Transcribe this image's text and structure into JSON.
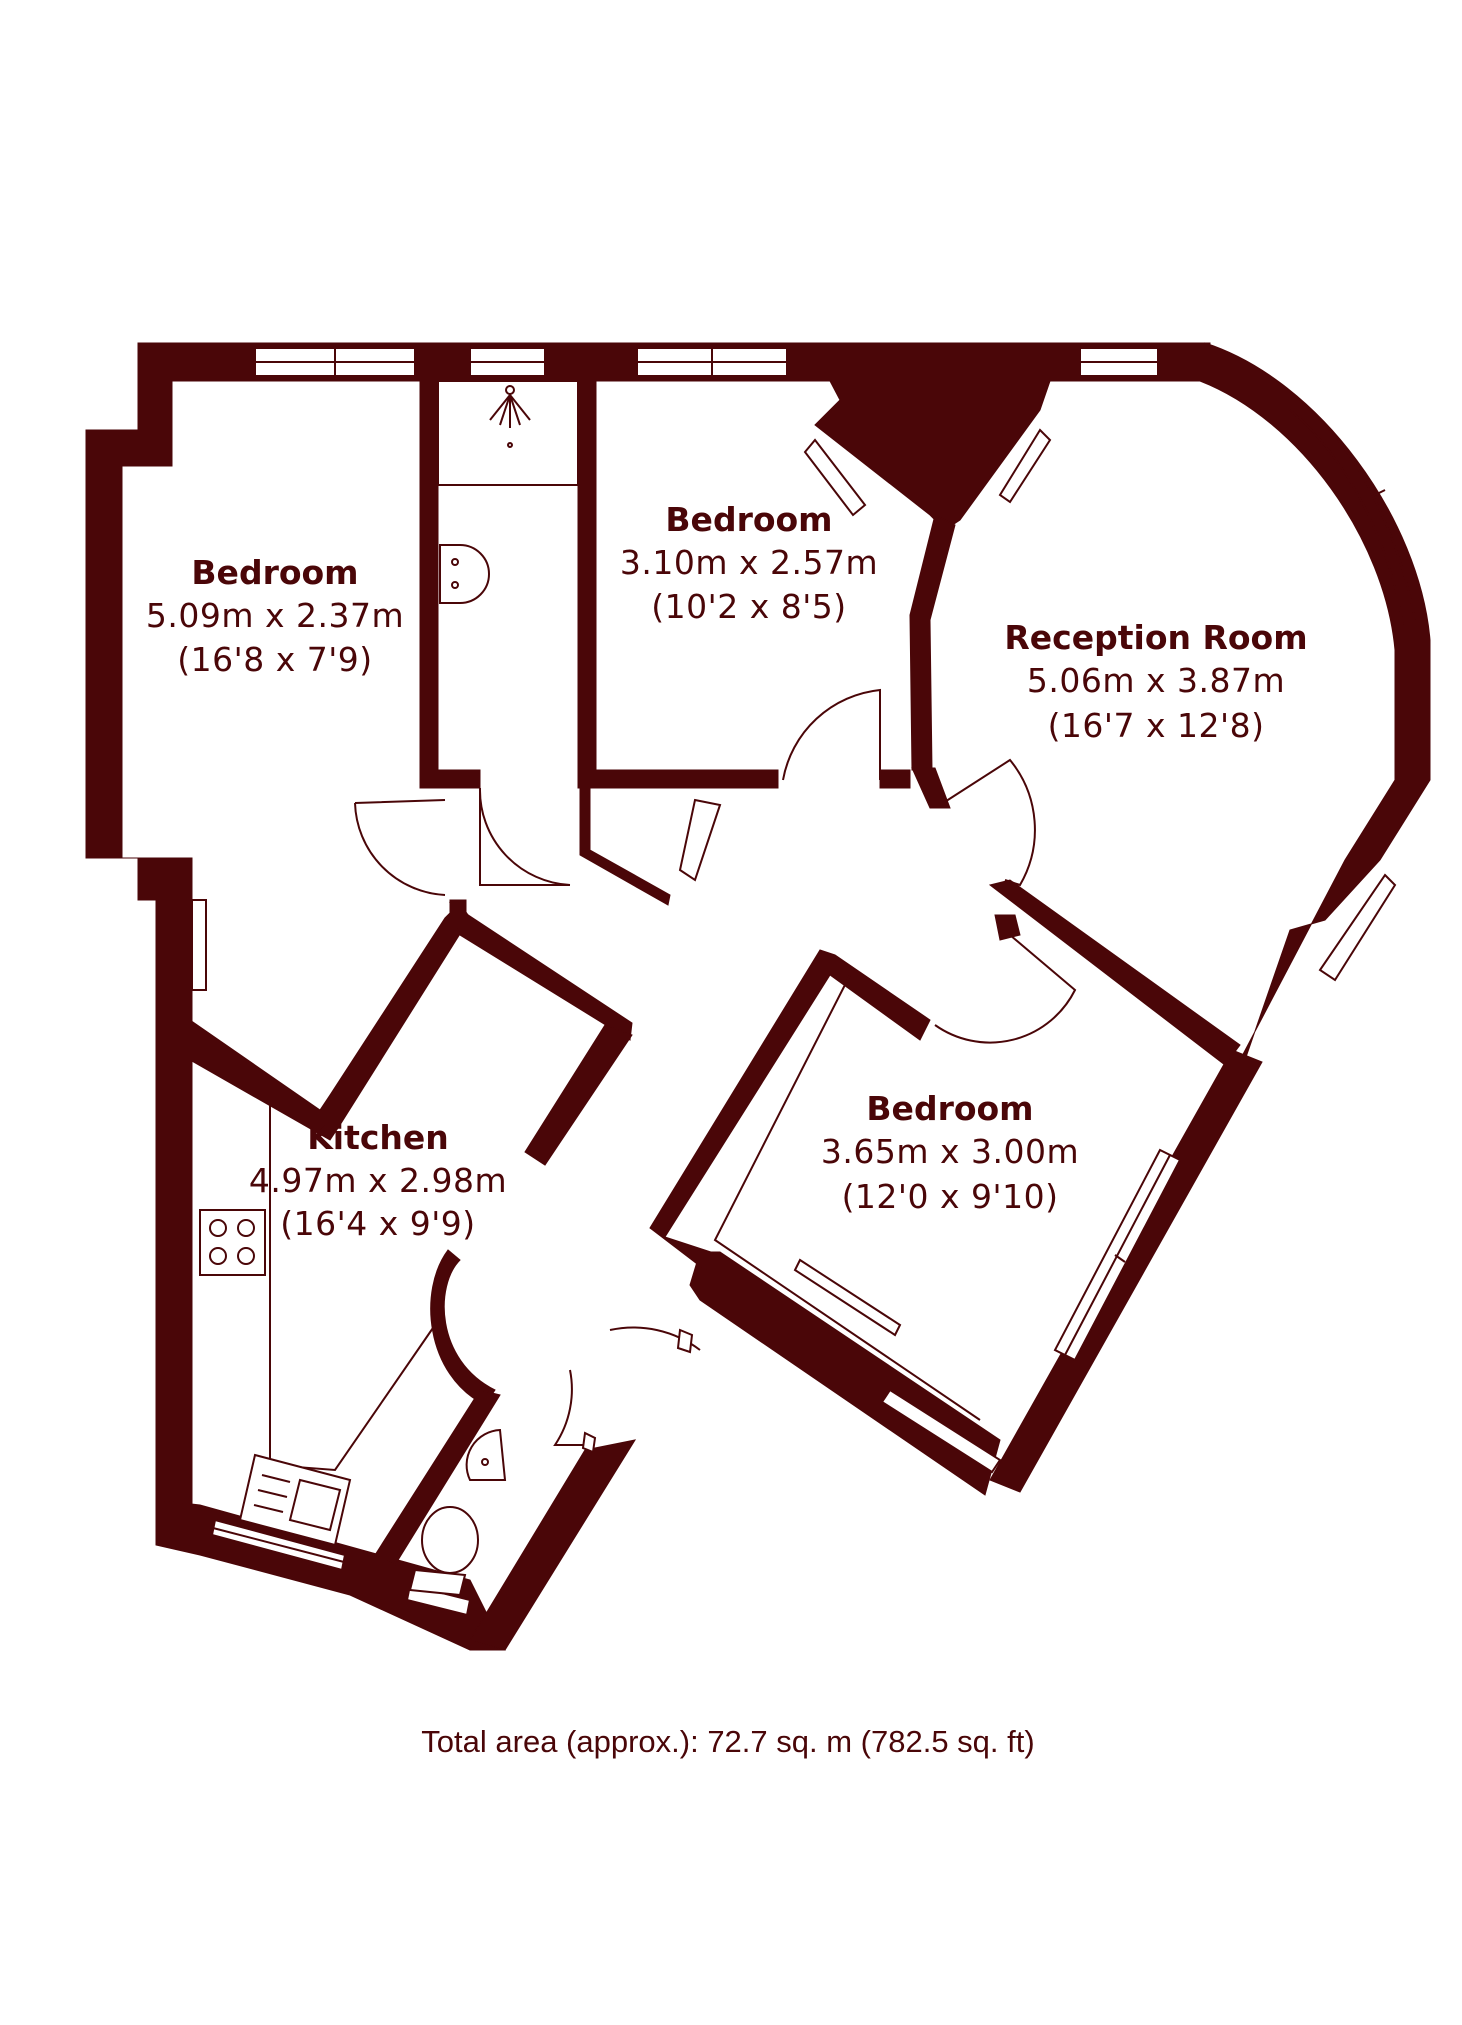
{
  "rooms": {
    "bedroom_1": {
      "name": "Bedroom",
      "metric": "5.09m x 2.37m",
      "imperial": "(16'8 x 7'9)"
    },
    "bedroom_2": {
      "name": "Bedroom",
      "metric": "3.10m x 2.57m",
      "imperial": "(10'2 x 8'5)"
    },
    "reception": {
      "name": "Reception Room",
      "metric": "5.06m x 3.87m",
      "imperial": "(16'7 x 12'8)"
    },
    "bedroom_3": {
      "name": "Bedroom",
      "metric": "3.65m x 3.00m",
      "imperial": "(12'0 x 9'10)"
    },
    "kitchen": {
      "name": "Kitchen",
      "metric": "4.97m x 2.98m",
      "imperial": "(16'4 x 9'9)"
    }
  },
  "total_area": "Total area (approx.): 72.7 sq. m (782.5 sq. ft)",
  "colors": {
    "wall": "#4a0608",
    "background": "#ffffff"
  },
  "icons": [
    "shower-icon",
    "basin-icon",
    "hob-icon",
    "sink-icon",
    "toilet-icon"
  ]
}
